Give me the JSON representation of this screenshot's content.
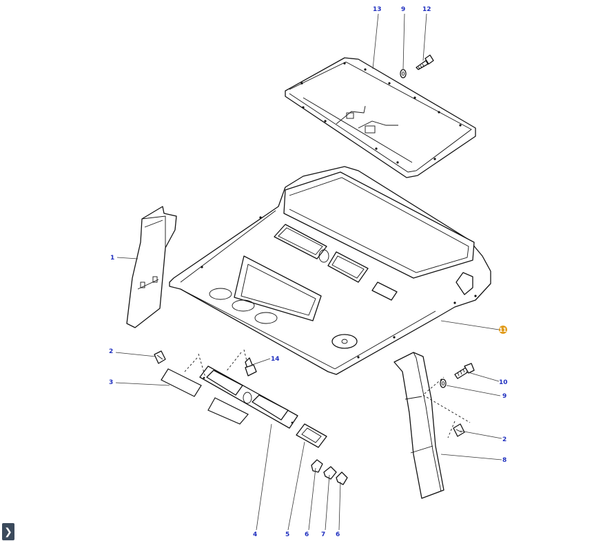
{
  "callouts": {
    "c1": "1",
    "c2a": "2",
    "c2b": "2",
    "c3": "3",
    "c4": "4",
    "c5": "5",
    "c6a": "6",
    "c6b": "6",
    "c7": "7",
    "c8": "8",
    "c9a": "9",
    "c9b": "9",
    "c10": "10",
    "c11": "11",
    "c12": "12",
    "c13": "13",
    "c14": "14"
  },
  "colors": {
    "callout": "#1f2fbf",
    "highlight": "#e09a1a",
    "button": "#3b4a5c"
  },
  "icons": {
    "expand": "chevron-right-icon"
  }
}
